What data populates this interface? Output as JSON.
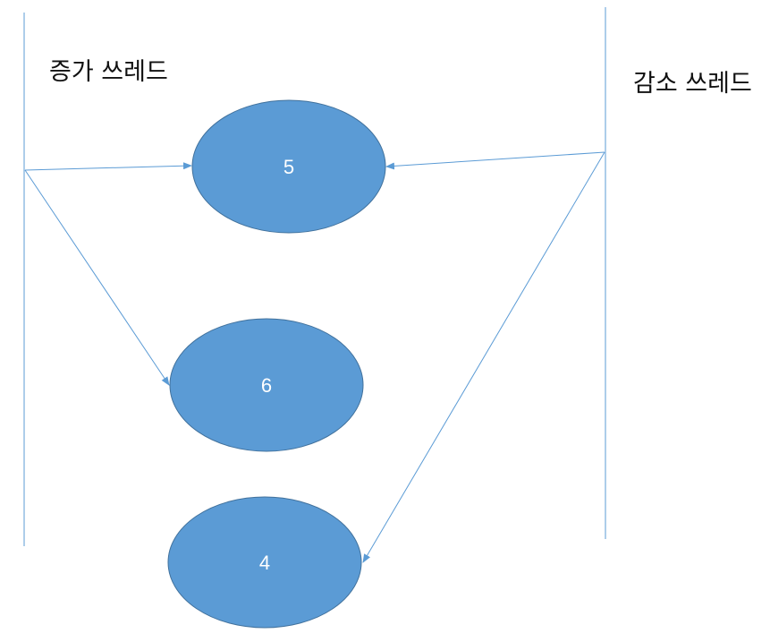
{
  "labels": {
    "increment_thread": "증가 쓰레드",
    "decrement_thread": "감소 쓰레드"
  },
  "nodes": [
    {
      "id": "top",
      "value": "5"
    },
    {
      "id": "middle",
      "value": "6"
    },
    {
      "id": "bottom",
      "value": "4"
    }
  ],
  "colors": {
    "node_fill": "#5b9bd5",
    "node_stroke": "#41719c",
    "line": "#5b9bd5",
    "node_text": "#ffffff"
  }
}
